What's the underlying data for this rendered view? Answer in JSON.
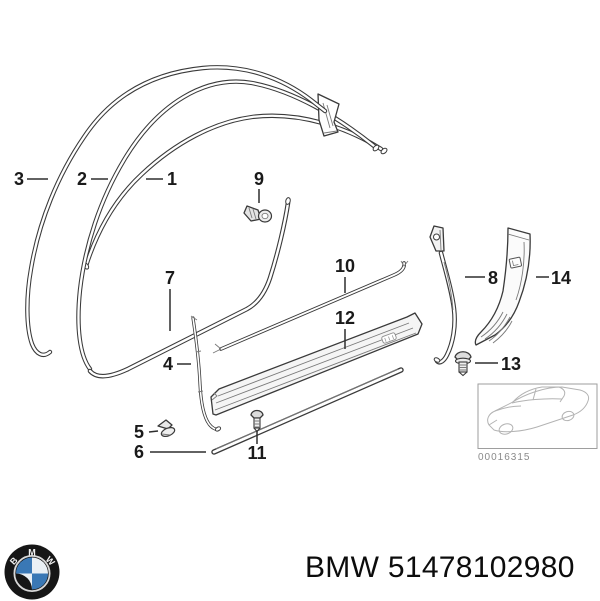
{
  "diagram": {
    "callouts": [
      {
        "id": "1",
        "label": "1"
      },
      {
        "id": "2",
        "label": "2"
      },
      {
        "id": "3",
        "label": "3"
      },
      {
        "id": "4",
        "label": "4"
      },
      {
        "id": "5",
        "label": "5"
      },
      {
        "id": "6",
        "label": "6"
      },
      {
        "id": "7",
        "label": "7"
      },
      {
        "id": "8",
        "label": "8"
      },
      {
        "id": "9",
        "label": "9"
      },
      {
        "id": "10",
        "label": "10"
      },
      {
        "id": "11",
        "label": "11"
      },
      {
        "id": "12",
        "label": "12"
      },
      {
        "id": "13",
        "label": "13"
      },
      {
        "id": "14",
        "label": "14"
      }
    ]
  },
  "thumbnail": {
    "code": "00016315"
  },
  "logo": {
    "letters": [
      "B",
      "M",
      "W"
    ]
  },
  "footer": {
    "title": "BMW 51478102980"
  },
  "colors": {
    "line": "#3a3a3a",
    "roundel_blue": "#3a78b5",
    "thumb_line": "#b3b3b3"
  }
}
